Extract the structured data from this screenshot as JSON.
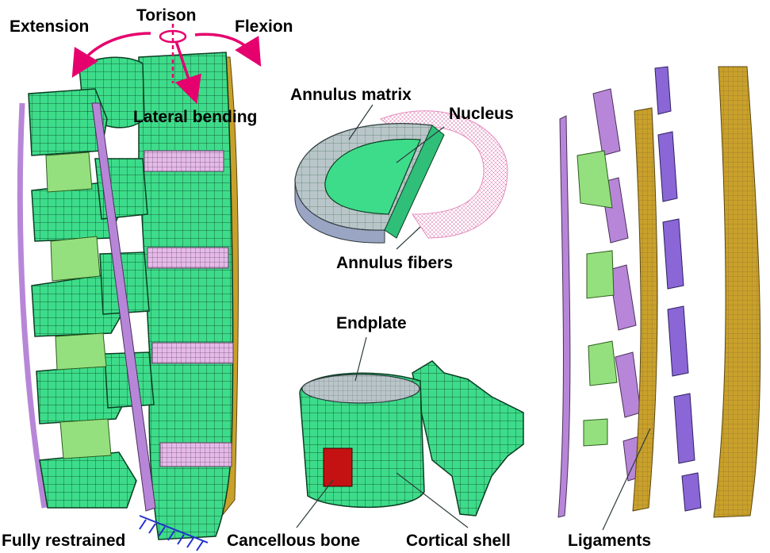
{
  "labels": {
    "extension": "Extension",
    "torison": "Torison",
    "flexion": "Flexion",
    "lateral_bending": "Lateral bending",
    "annulus_matrix": "Annulus  matrix",
    "nucleus": "Nucleus",
    "annulus_fibers": "Annulus  fibers",
    "endplate": "Endplate",
    "fully_restrained": "Fully restrained",
    "cancellous_bone": "Cancellous bone",
    "cortical_shell": "Cortical shell",
    "ligaments": "Ligaments"
  },
  "colors": {
    "bone": "#3ddc8a",
    "bone_light": "#86efb4",
    "disc_fibers": "#e5b9e8",
    "endplate_gray": "#b9c6c9",
    "ligament_purple": "#b886d8",
    "ligament_violet": "#8a66d6",
    "ligament_gold": "#c9a12a",
    "arrow_magenta": "#e6006e",
    "cancellous_red": "#c41212",
    "facet_green": "#94e07e"
  }
}
